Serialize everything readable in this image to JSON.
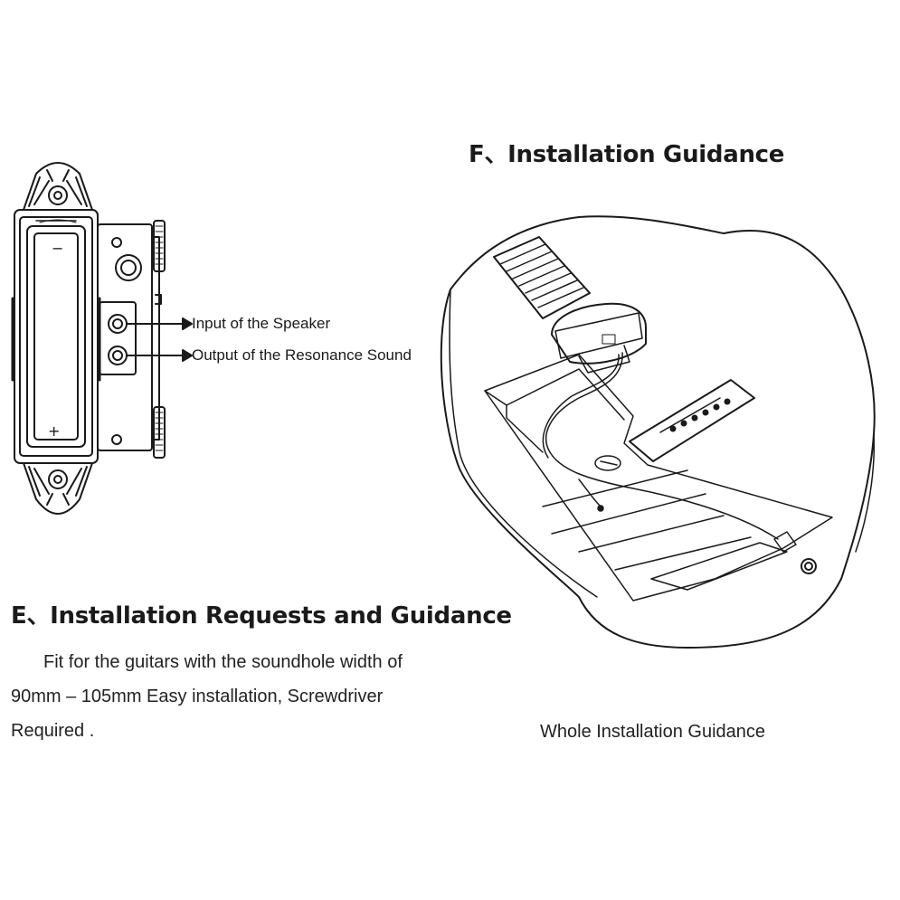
{
  "heading_f": "F、Installation Guidance",
  "heading_e": "E、Installation Requests and Guidance",
  "callouts": [
    {
      "label": "Input of the Speaker"
    },
    {
      "label": "Output of the Resonance Sound"
    }
  ],
  "description": {
    "line1": "Fit for the guitars with the soundhole width of",
    "line2": "90mm – 105mm Easy installation, Screwdriver",
    "line3": "Required ."
  },
  "caption": "Whole Installation Guidance",
  "battery_marks": {
    "minus": "−",
    "plus": "+"
  },
  "colors": {
    "line": "#1a1a1a",
    "background": "#ffffff"
  },
  "icons": [
    "battery-compartment",
    "mounting-bracket-icon",
    "jack-icon",
    "guitar-body-outline",
    "bridge-icon",
    "pickup-icon",
    "end-jack-icon"
  ]
}
